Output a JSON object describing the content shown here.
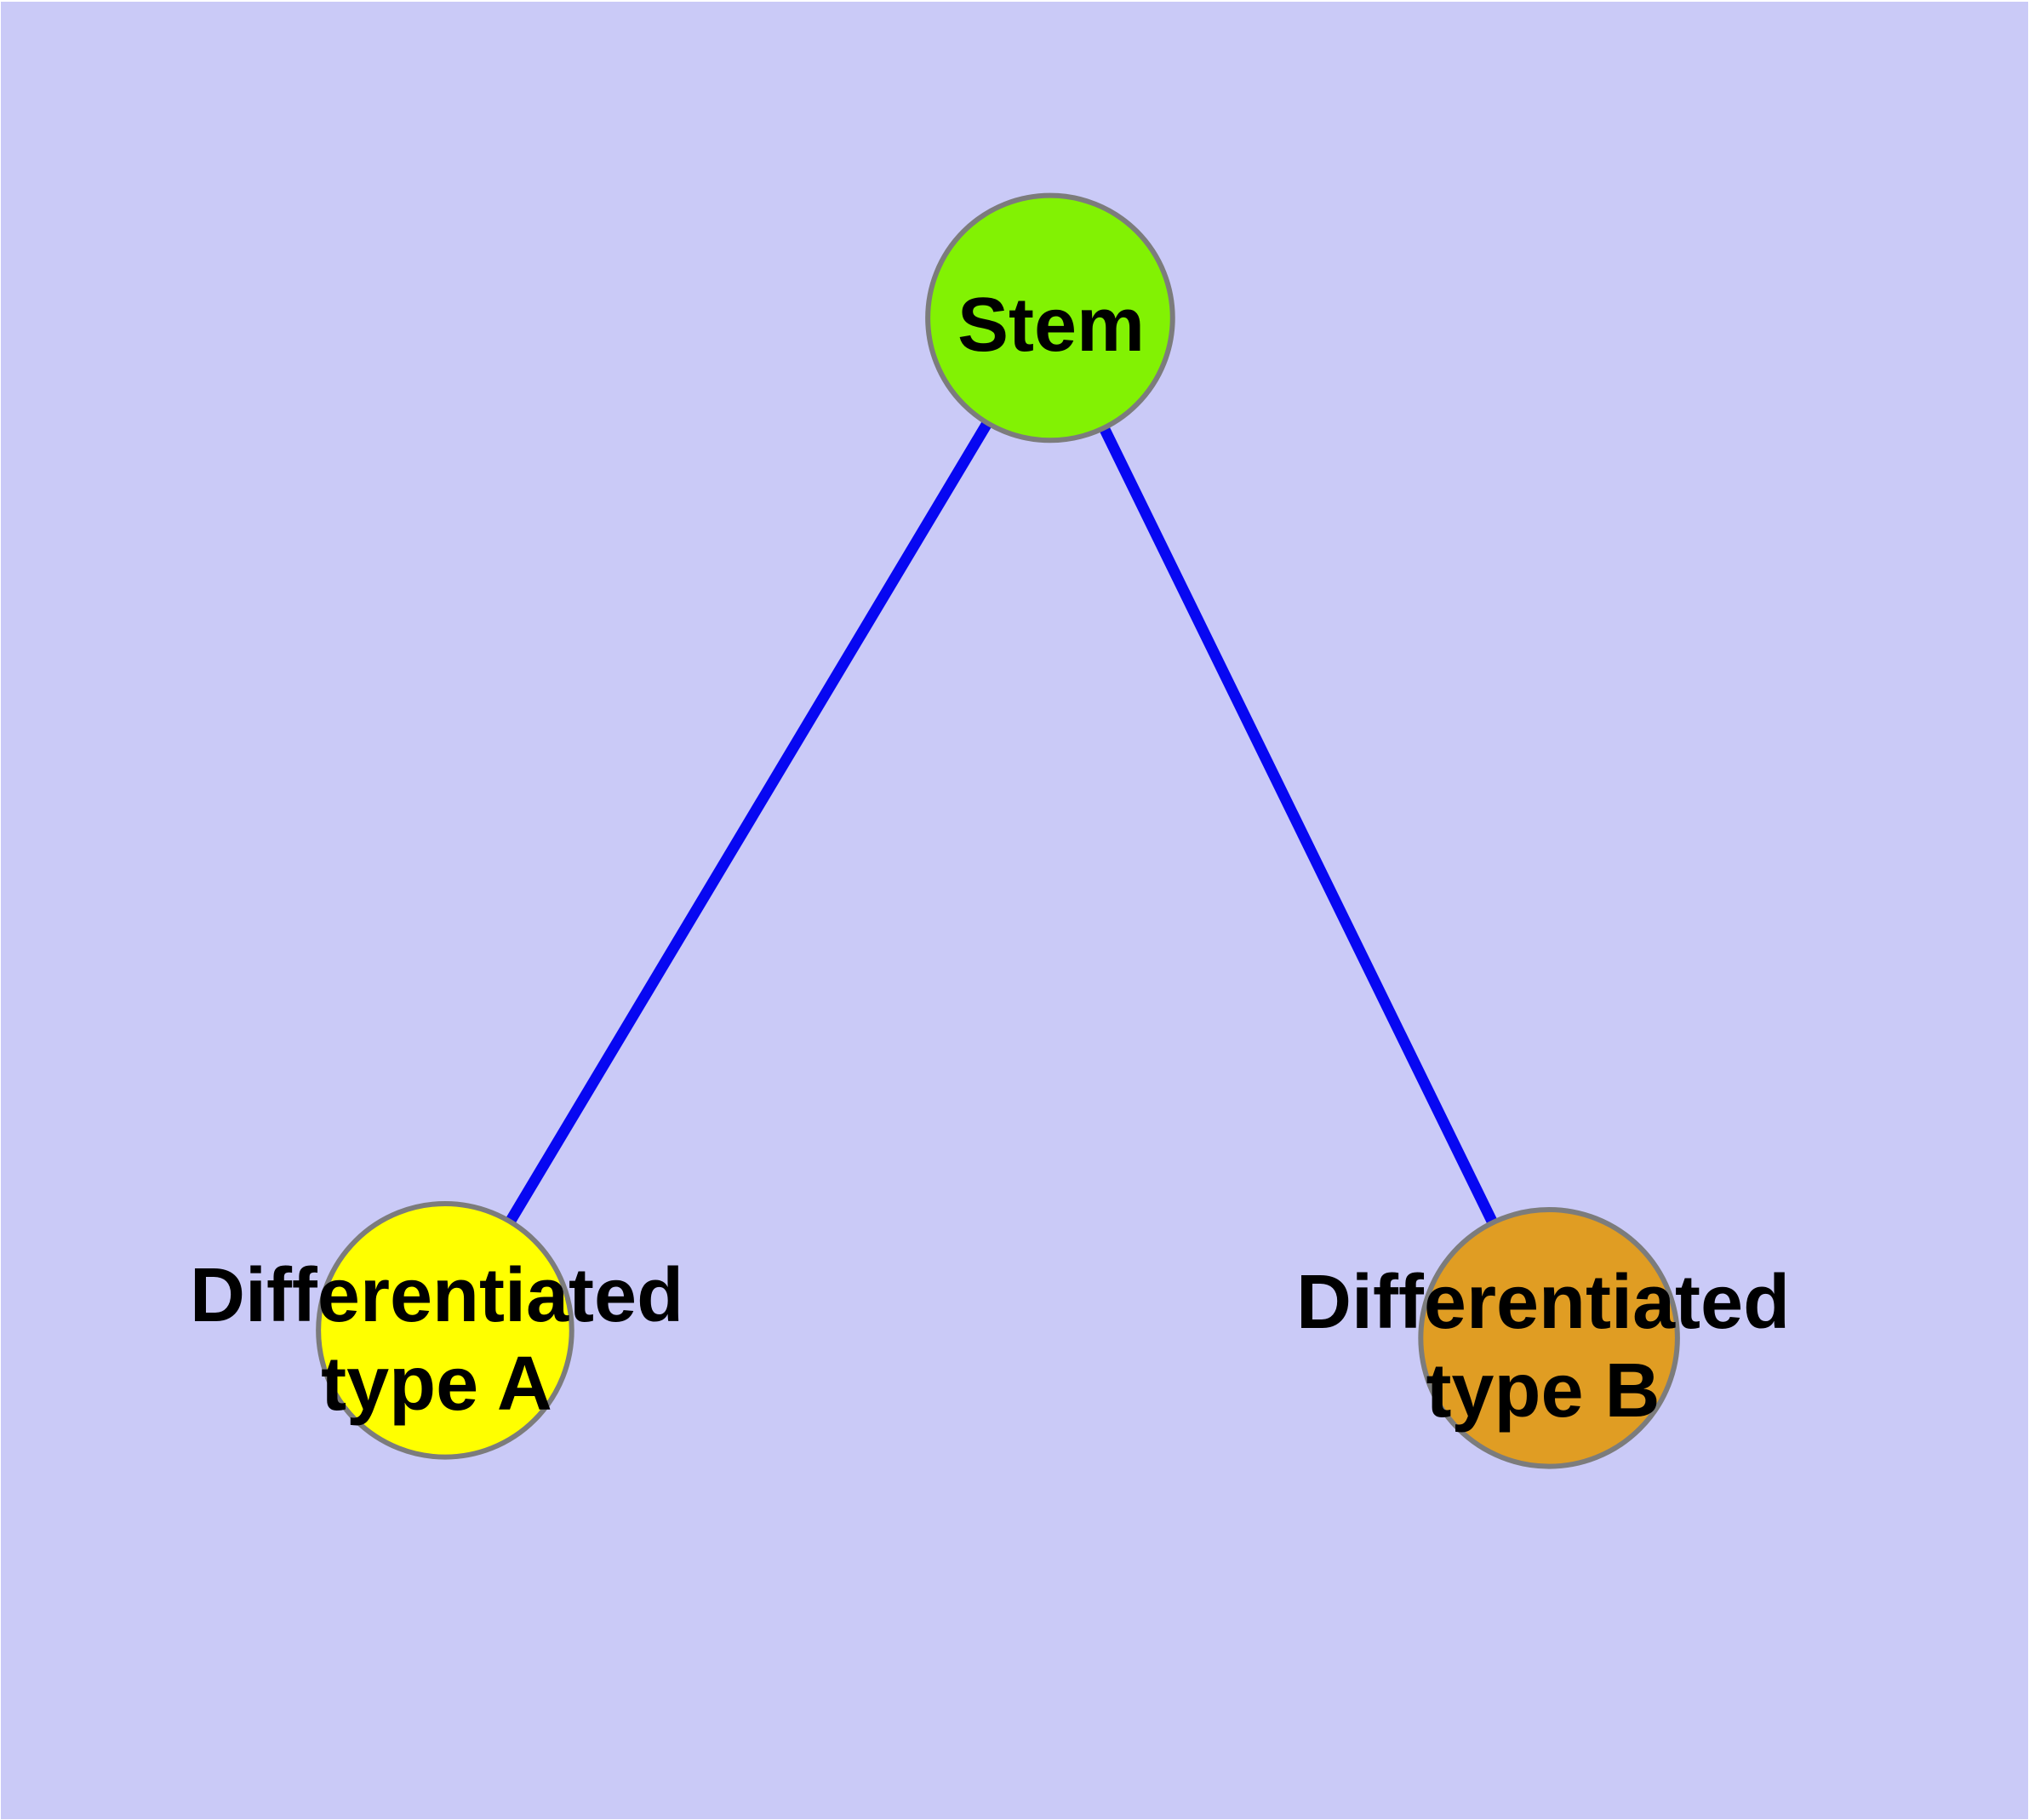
{
  "figure": {
    "kind": "node-link-graph",
    "node_count": 3,
    "edge_count": 2
  },
  "colors": {
    "background": "#cacaf7",
    "frame": "#ffffff",
    "edge": "#0707f2",
    "node_border": "#7c7c7c",
    "text": "#000000"
  },
  "nodes": {
    "stem": {
      "label": "Stem",
      "fill": "#82f203"
    },
    "type_a": {
      "line1": "Differentiated",
      "line2": "type A",
      "label": "Differentiated type A",
      "fill": "#ffff00"
    },
    "type_b": {
      "line1": "Differentiated",
      "line2": "type B",
      "label": "Differentiated type B",
      "fill": "#e09d23"
    }
  },
  "edges": [
    {
      "from": "Stem",
      "to": "Differentiated type A"
    },
    {
      "from": "Stem",
      "to": "Differentiated type B"
    }
  ]
}
